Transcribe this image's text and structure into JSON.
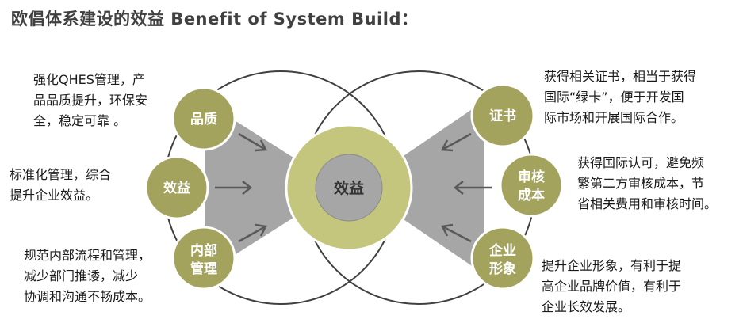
{
  "title": "欧倡体系建设的效益 Benefit of System Build：",
  "center": {
    "label": "效益"
  },
  "left_nodes": [
    {
      "lines": [
        "品质"
      ],
      "desc": [
        "强化QHES管理，产",
        "品品质提升，环保安",
        "全，稳定可靠 。"
      ]
    },
    {
      "lines": [
        "效益"
      ],
      "desc": [
        "标准化管理，综合",
        "提升企业效益。"
      ]
    },
    {
      "lines": [
        "内部",
        "管理"
      ],
      "desc": [
        "规范内部流程和管理，",
        "减少部门推诿，减少",
        "协调和沟通不畅成本。"
      ]
    }
  ],
  "right_nodes": [
    {
      "lines": [
        "证书"
      ],
      "desc": [
        "获得相关证书，相当于获得",
        "国际“绿卡”，便于开发国",
        "际市场和开展国际合作。"
      ]
    },
    {
      "lines": [
        "审核",
        "成本"
      ],
      "desc": [
        "获得国际认可，避免频",
        "繁第二方审核成本，节",
        "省相关费用和审核时间。"
      ]
    },
    {
      "lines": [
        "企业",
        "形象"
      ],
      "desc": [
        "提升企业形象，有利于提",
        "高企业品牌价值，有利于",
        "企业长效发展。"
      ]
    }
  ],
  "colors": {
    "node": "#a4a35e",
    "center_ring": "#c4c67e",
    "center_core": "#a6a6a6",
    "funnel": "#a6a6a6",
    "circle_stroke": "#404040",
    "arrow": "#595959"
  }
}
